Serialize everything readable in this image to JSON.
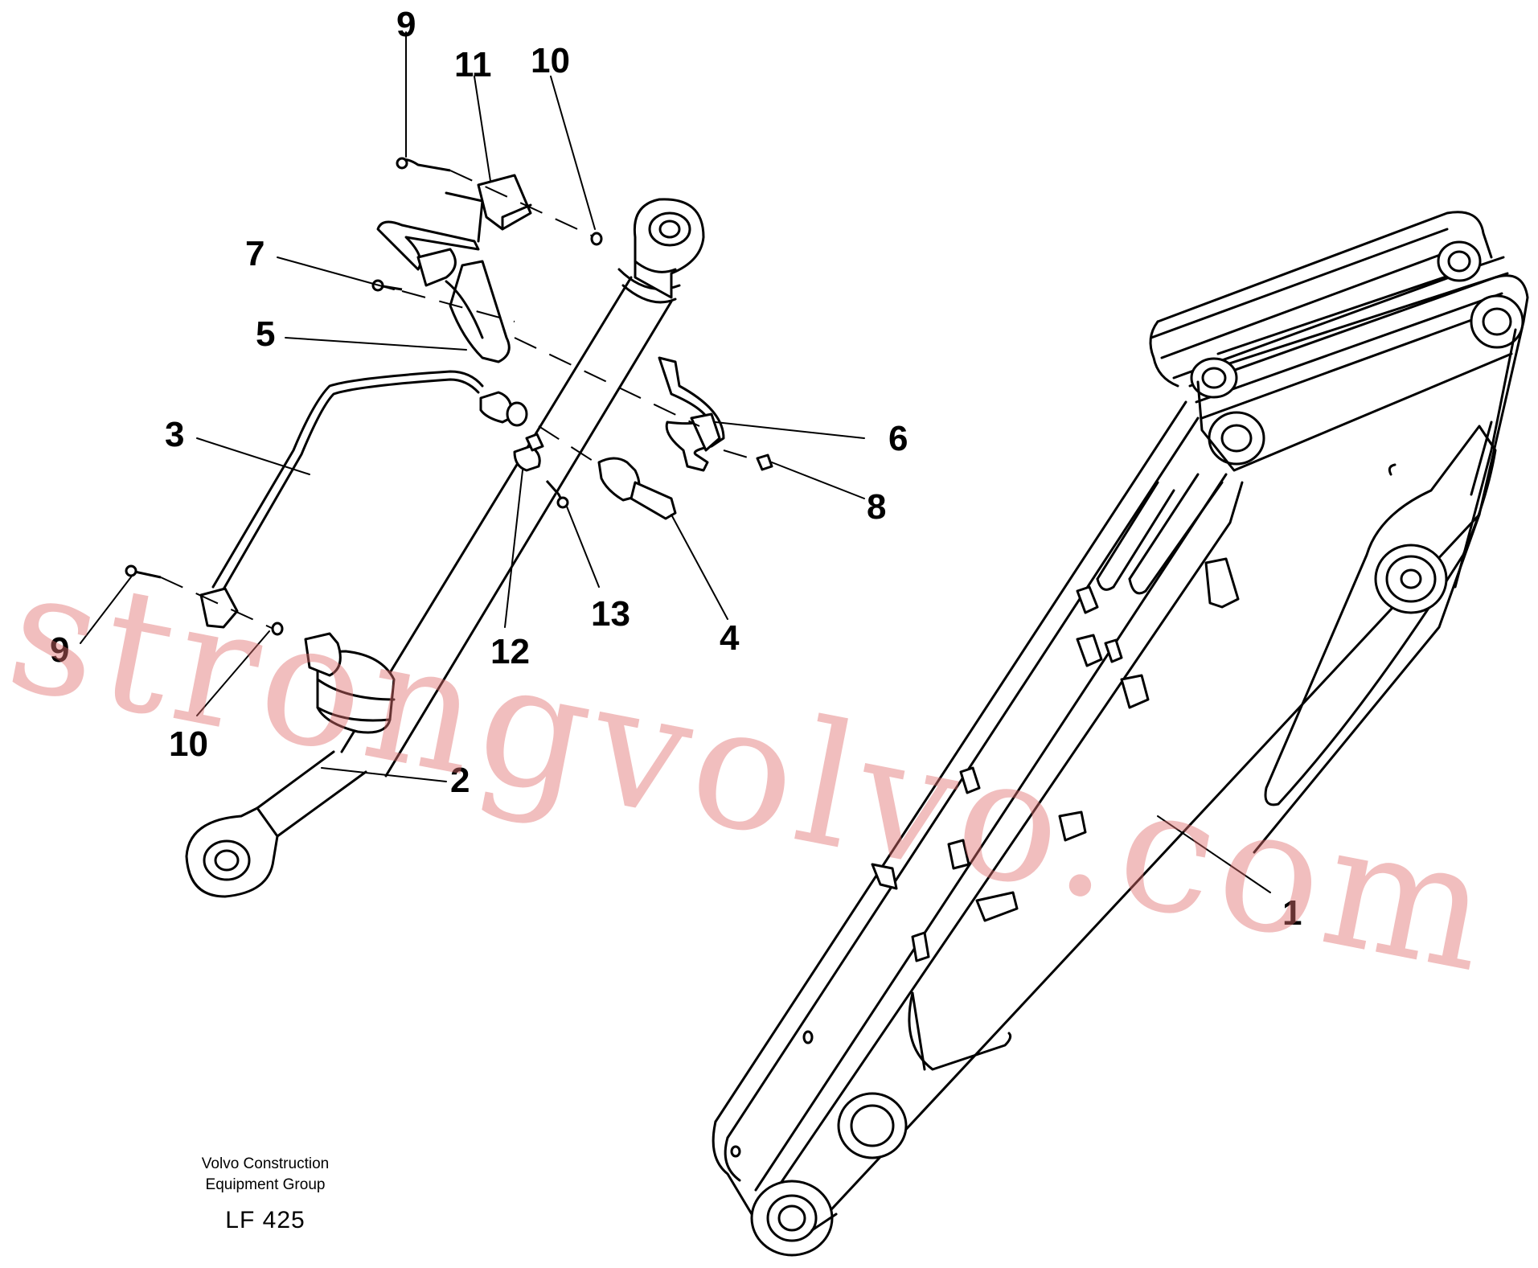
{
  "callouts": {
    "c9_top": "9",
    "c11": "11",
    "c10_top": "10",
    "c7": "7",
    "c5": "5",
    "c3": "3",
    "c6": "6",
    "c8": "8",
    "c13": "13",
    "c12": "12",
    "c4": "4",
    "c9_bottom": "9",
    "c10_bottom": "10",
    "c2": "2",
    "c1": "1"
  },
  "watermark": "strongvolvo.com",
  "footer": {
    "line1": "Volvo Construction",
    "line2": "Equipment Group",
    "code": "LF 425"
  }
}
